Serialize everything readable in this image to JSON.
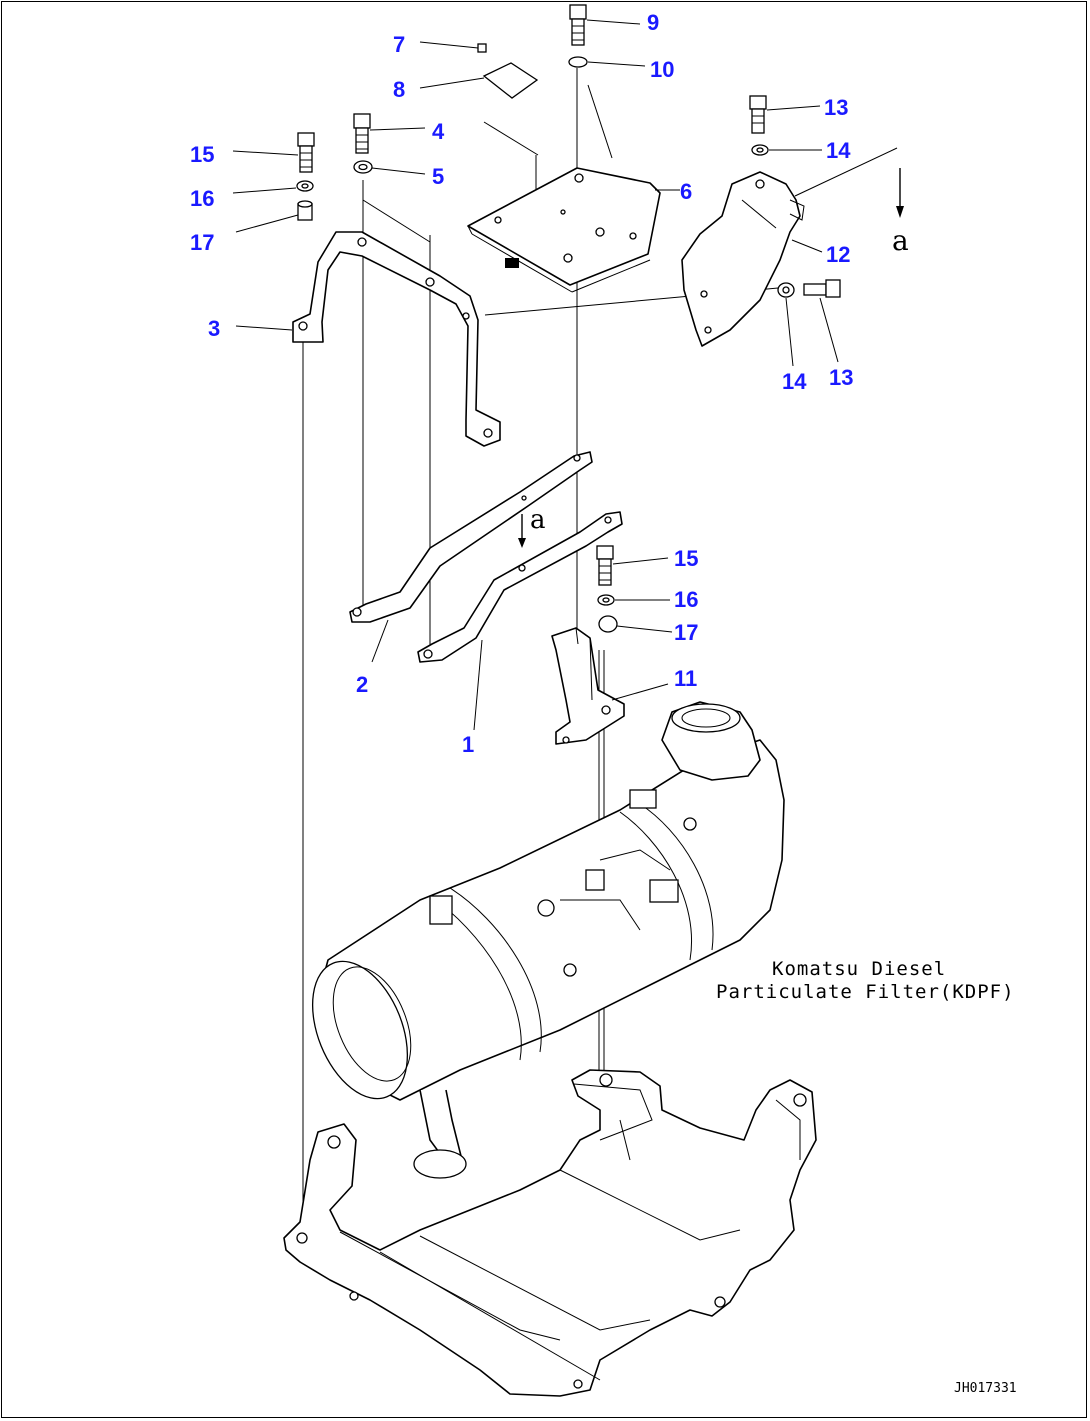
{
  "callouts": {
    "c1": "1",
    "c2": "2",
    "c3": "3",
    "c4": "4",
    "c5": "5",
    "c6": "6",
    "c7": "7",
    "c8": "8",
    "c9": "9",
    "c10": "10",
    "c11": "11",
    "c12": "12",
    "c13a": "13",
    "c13b": "13",
    "c14a": "14",
    "c14b": "14",
    "c15a": "15",
    "c15b": "15",
    "c16a": "16",
    "c16b": "16",
    "c17a": "17",
    "c17b": "17"
  },
  "view_reference": {
    "top_right": "a",
    "middle": "a"
  },
  "component_label": {
    "line1": "Komatsu Diesel",
    "line2": "Particulate Filter(KDPF)"
  },
  "drawing_code": "JH017331",
  "colors": {
    "callout": "#1a1aff",
    "line": "#000000",
    "background": "#ffffff"
  }
}
